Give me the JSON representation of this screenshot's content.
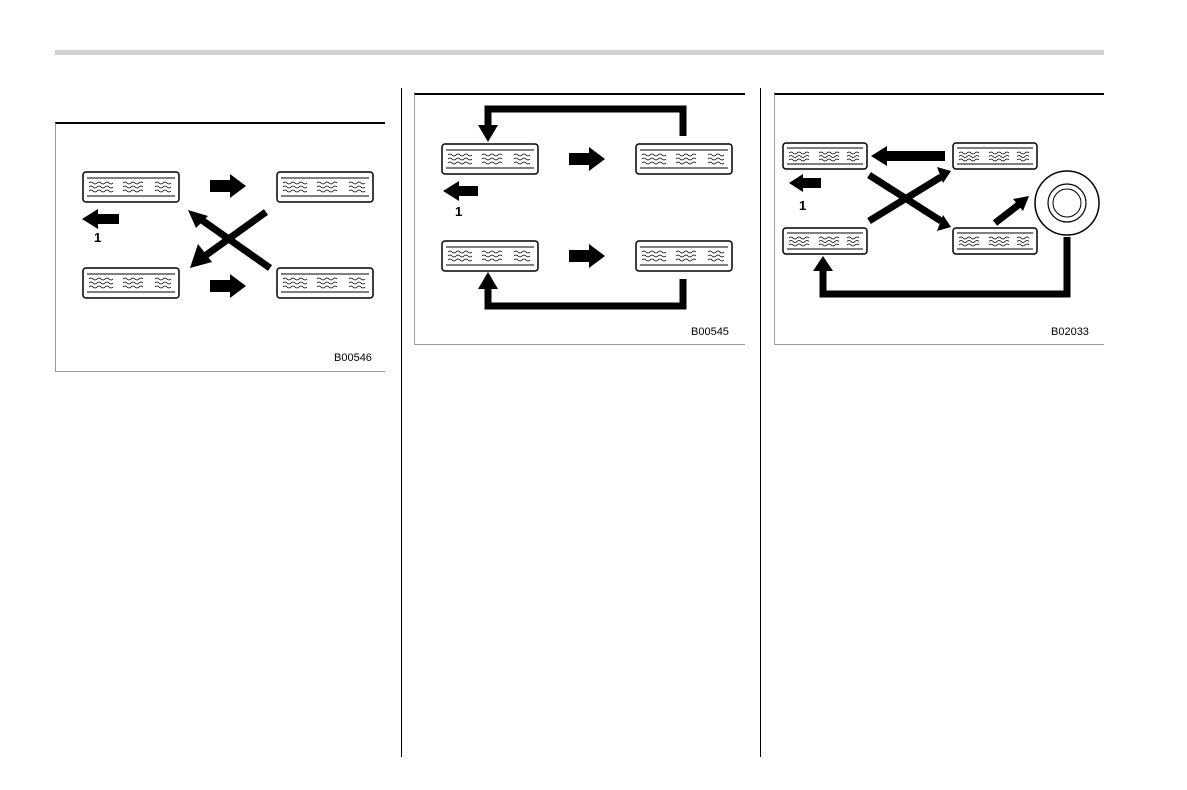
{
  "figures": [
    {
      "code": "B00546",
      "label": "1"
    },
    {
      "code": "B00545",
      "label": "1"
    },
    {
      "code": "B02033",
      "label": "1"
    }
  ],
  "colors": {
    "rule": "#cfcfcf",
    "ink": "#000000",
    "frame": "#9a9a9a"
  }
}
